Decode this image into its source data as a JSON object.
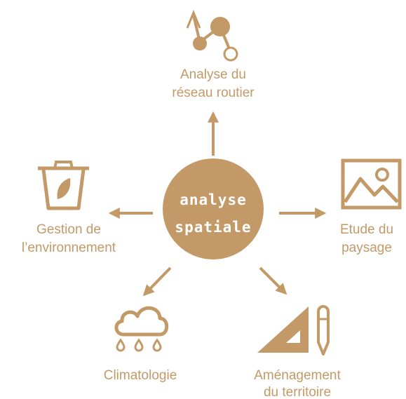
{
  "colors": {
    "accent": "#c39a67",
    "background": "#ffffff",
    "hub_text": "#ffffff"
  },
  "center": {
    "line1": "analyse",
    "line2": "spatiale"
  },
  "nodes": {
    "top": {
      "icon": "route-network-icon",
      "line1": "Analyse du",
      "line2": "réseau routier"
    },
    "right": {
      "icon": "landscape-picture-icon",
      "line1": "Etude du",
      "line2": "paysage"
    },
    "left": {
      "icon": "recycling-bin-icon",
      "line1": "Gestion de",
      "line2": "l’environnement"
    },
    "bottom_left": {
      "icon": "rain-cloud-icon",
      "line1": "Climatologie"
    },
    "bottom_right": {
      "icon": "set-square-pencil-icon",
      "line1": "Aménagement",
      "line2": "du territoire"
    }
  }
}
